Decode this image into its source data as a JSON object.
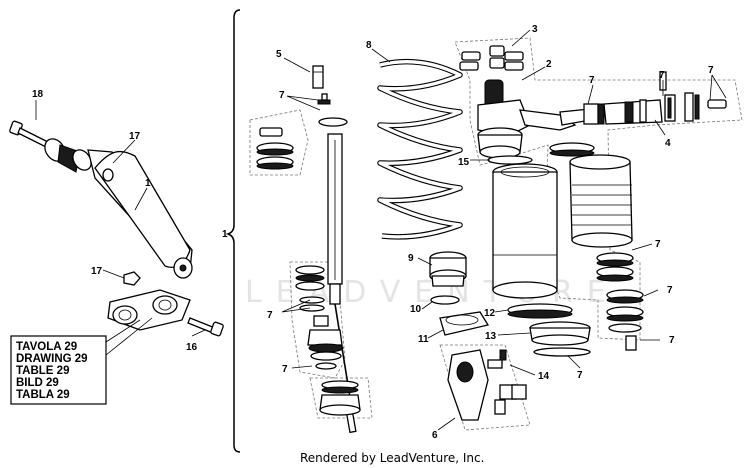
{
  "legend": {
    "lines": [
      "TAVOLA 29",
      "DRAWING 29",
      "TABLE 29",
      "BILD 29",
      "TABLA 29"
    ]
  },
  "callouts": [
    {
      "id": "c18",
      "text": "18"
    },
    {
      "id": "c17a",
      "text": "17"
    },
    {
      "id": "c1a",
      "text": "1"
    },
    {
      "id": "c17b",
      "text": "17"
    },
    {
      "id": "c16",
      "text": "16"
    },
    {
      "id": "c1b",
      "text": "1"
    },
    {
      "id": "c5",
      "text": "5"
    },
    {
      "id": "c7a",
      "text": "7"
    },
    {
      "id": "c8",
      "text": "8"
    },
    {
      "id": "c3",
      "text": "3"
    },
    {
      "id": "c2",
      "text": "2"
    },
    {
      "id": "c7b",
      "text": "7"
    },
    {
      "id": "c7c",
      "text": "7"
    },
    {
      "id": "c7d",
      "text": "7"
    },
    {
      "id": "c4",
      "text": "4"
    },
    {
      "id": "c15",
      "text": "15"
    },
    {
      "id": "c7e",
      "text": "7"
    },
    {
      "id": "c9",
      "text": "9"
    },
    {
      "id": "c7f",
      "text": "7"
    },
    {
      "id": "c10",
      "text": "10"
    },
    {
      "id": "c7g",
      "text": "7"
    },
    {
      "id": "c11",
      "text": "11"
    },
    {
      "id": "c12",
      "text": "12"
    },
    {
      "id": "c13",
      "text": "13"
    },
    {
      "id": "c7h",
      "text": "7"
    },
    {
      "id": "c7i",
      "text": "7"
    },
    {
      "id": "c14",
      "text": "14"
    },
    {
      "id": "c7j",
      "text": "7"
    },
    {
      "id": "c6",
      "text": "6"
    }
  ],
  "credit": "Rendered by LeadVenture, Inc.",
  "watermark": "LEADVENTURE"
}
